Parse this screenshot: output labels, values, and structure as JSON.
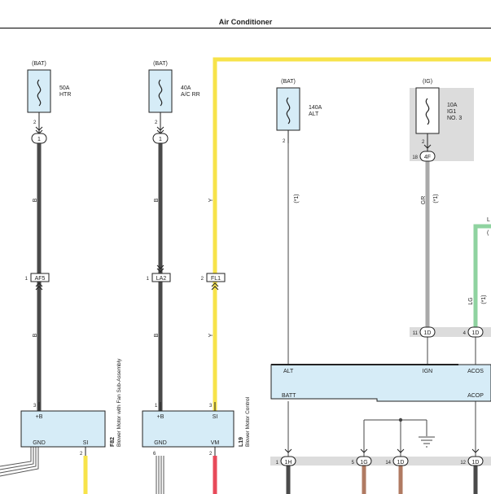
{
  "title": "Air Conditioner",
  "fuses": [
    {
      "source": "(BAT)",
      "rating": "50A",
      "name": "HTR",
      "pin": "2",
      "conn": "1"
    },
    {
      "source": "(BAT)",
      "rating": "40A",
      "name": "A/C RR",
      "pin": "2",
      "conn": "1"
    },
    {
      "source": "(BAT)",
      "rating": "140A",
      "name": "ALT",
      "pin": "2"
    },
    {
      "source": "(IG)",
      "rating": "10A",
      "name": "IG1",
      "name2": "NO. 3",
      "pin": "2",
      "conn": "4F",
      "conn_pin": "18"
    }
  ],
  "wires": {
    "b1_top": "B",
    "b1_bot": "B",
    "b2_top": "B",
    "b2_bot": "B",
    "y_top": "Y",
    "y_bot": "Y",
    "alt_note": "(*1)",
    "gr_color": "GR",
    "gr_note": "(*1)",
    "lg_color": "LG",
    "lg_note": "(*1)",
    "lg_edge_1": "L",
    "lg_edge_2": "("
  },
  "connectors": {
    "af5": {
      "pin": "1",
      "label": "AF5"
    },
    "la2": {
      "pin": "1",
      "label": "LA2"
    },
    "fl1": {
      "pin": "2",
      "label": "FL1"
    },
    "d11": {
      "pin": "11",
      "label": "1D"
    },
    "d4": {
      "pin": "4",
      "label": "1D"
    },
    "h1": {
      "pin": "1",
      "label": "1H"
    },
    "g5": {
      "pin": "5",
      "label": "1G"
    },
    "d14": {
      "pin": "14",
      "label": "1D"
    },
    "d12": {
      "pin": "12",
      "label": "1D"
    }
  },
  "f82": {
    "code": "F82",
    "name": "Blower Motor with Fan Sub-Assembly",
    "pin_b": "3",
    "lbl_b": "+B",
    "lbl_gnd": "GND",
    "lbl_si": "SI",
    "pin_si": "2"
  },
  "l19": {
    "code": "L19",
    "name": "Blower Motor Control",
    "pin_b": "1",
    "lbl_b": "+B",
    "pin_si": "3",
    "lbl_si": "SI",
    "lbl_gnd": "GND",
    "pin_gnd": "6",
    "lbl_vm": "VM",
    "pin_vm": "2"
  },
  "ecu": {
    "alt": "ALT",
    "ign": "IGN",
    "acos": "ACOS",
    "batt": "BATT",
    "acop": "ACOP"
  },
  "colors": {
    "black_wire": "#4a4a4a",
    "yellow_wire": "#f7e34a",
    "gray_wire": "#a9a9a9",
    "green_wire": "#8fd3a0",
    "red_wire": "#e84a5a",
    "brown_wire": "#b07a62",
    "box_fill": "#d6ecf7",
    "shade": "#dcdcdc"
  }
}
